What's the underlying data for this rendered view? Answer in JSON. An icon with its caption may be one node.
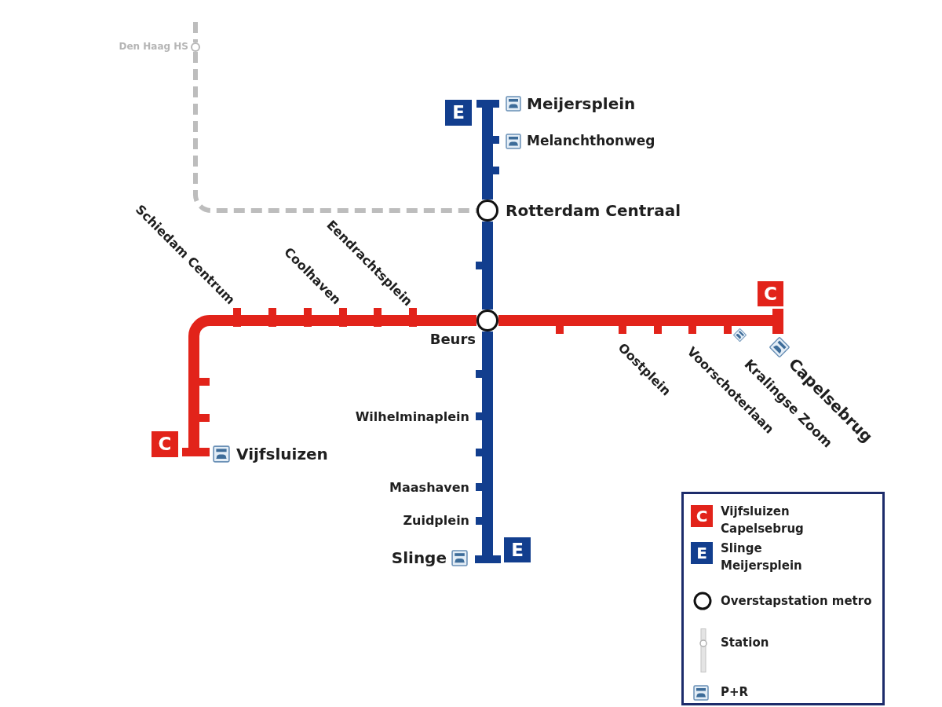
{
  "diagram": {
    "nodes": [
      {
        "text": [],
        "shape": "circle",
        "beside": [
          "Den Haag HS"
        ]
      },
      {
        "text": [
          "E"
        ]
      },
      {
        "text": [],
        "shape": "bar",
        "beside": [
          "Meijersplein"
        ]
      },
      {
        "text": [],
        "shape": "bar",
        "beside": [
          "Melanchthonweg"
        ]
      },
      {
        "text": [],
        "shape": "bar"
      },
      {
        "text": [],
        "shape": "circle",
        "beside": [
          "Rotterdam Centraal"
        ]
      },
      {
        "text": [],
        "shape": "bar"
      },
      {
        "text": [],
        "shape": "circle",
        "beside": [
          "Beurs"
        ]
      },
      {
        "text": [],
        "shape": "bar"
      },
      {
        "text": [],
        "shape": "bar",
        "beside": [
          "Wilhelminaplein"
        ]
      },
      {
        "text": [],
        "shape": "bar"
      },
      {
        "text": [],
        "shape": "bar",
        "beside": [
          "Maashaven"
        ]
      },
      {
        "text": [],
        "shape": "bar",
        "beside": [
          "Zuidplein"
        ]
      },
      {
        "text": [],
        "shape": "bar",
        "beside": [
          "Slinge"
        ]
      },
      {
        "text": [
          "E"
        ]
      },
      {
        "text": [
          "C"
        ]
      },
      {
        "text": [],
        "shape": "bar",
        "beside": [
          "Vijfsluizen"
        ]
      },
      {
        "text": [],
        "shape": "bar"
      },
      {
        "text": [],
        "shape": "bar"
      },
      {
        "text": [],
        "shape": "bar",
        "beside": [
          "Schiedam Centrum"
        ]
      },
      {
        "text": [],
        "shape": "bar"
      },
      {
        "text": [],
        "shape": "bar"
      },
      {
        "text": [],
        "shape": "bar",
        "beside": [
          "Coolhaven"
        ]
      },
      {
        "text": [],
        "shape": "bar"
      },
      {
        "text": [],
        "shape": "bar",
        "beside": [
          "Eendrachtsplein"
        ]
      },
      {
        "text": [],
        "shape": "bar"
      },
      {
        "text": [],
        "shape": "bar",
        "beside": [
          "Oostplein"
        ]
      },
      {
        "text": [],
        "shape": "bar"
      },
      {
        "text": [],
        "shape": "bar",
        "beside": [
          "Voorschoterlaan"
        ]
      },
      {
        "text": [],
        "shape": "bar",
        "beside": [
          "Kralingse Zoom"
        ]
      },
      {
        "text": [],
        "shape": "bar",
        "beside": [
          "Capelsebrug"
        ]
      },
      {
        "text": [
          "C"
        ]
      }
    ],
    "edges": [
      {
        "from": null,
        "to": 0,
        "arrow": "none",
        "style": "dashed",
        "color": "#bdbdbd"
      },
      {
        "from": 0,
        "to": 5,
        "arrow": "none",
        "style": "dashed",
        "color": "#bdbdbd"
      },
      {
        "from": 2,
        "to": 3,
        "arrow": "none",
        "color": "#123e8e"
      },
      {
        "from": 3,
        "to": 4,
        "arrow": "none",
        "color": "#123e8e"
      },
      {
        "from": 4,
        "to": 5,
        "arrow": "none",
        "color": "#123e8e"
      },
      {
        "from": 5,
        "to": 6,
        "arrow": "none",
        "color": "#123e8e"
      },
      {
        "from": 6,
        "to": 7,
        "arrow": "none",
        "color": "#123e8e"
      },
      {
        "from": 7,
        "to": 8,
        "arrow": "none",
        "color": "#123e8e"
      },
      {
        "from": 8,
        "to": 9,
        "arrow": "none",
        "color": "#123e8e"
      },
      {
        "from": 9,
        "to": 10,
        "arrow": "none",
        "color": "#123e8e"
      },
      {
        "from": 10,
        "to": 11,
        "arrow": "none",
        "color": "#123e8e"
      },
      {
        "from": 11,
        "to": 12,
        "arrow": "none",
        "color": "#123e8e"
      },
      {
        "from": 12,
        "to": 13,
        "arrow": "none",
        "color": "#123e8e"
      },
      {
        "from": 16,
        "to": 17,
        "arrow": "none"
      },
      {
        "from": 17,
        "to": 18,
        "arrow": "none"
      },
      {
        "from": 18,
        "to": 19,
        "arrow": "none"
      },
      {
        "from": 19,
        "to": 20,
        "arrow": "none"
      },
      {
        "from": 20,
        "to": 21,
        "arrow": "none"
      },
      {
        "from": 21,
        "to": 22,
        "arrow": "none"
      },
      {
        "from": 22,
        "to": 23,
        "arrow": "none"
      },
      {
        "from": 23,
        "to": 24,
        "arrow": "none"
      },
      {
        "from": 24,
        "to": 7,
        "arrow": "none"
      },
      {
        "from": 7,
        "to": 25,
        "arrow": "none"
      },
      {
        "from": 25,
        "to": 26,
        "arrow": "none"
      },
      {
        "from": 26,
        "to": 27,
        "arrow": "none"
      },
      {
        "from": 27,
        "to": 28,
        "arrow": "none"
      },
      {
        "from": 28,
        "to": 29,
        "arrow": "none"
      },
      {
        "from": 29,
        "to": 30,
        "arrow": "none"
      }
    ],
    "labels": [
      "C",
      "E"
    ],
    "legend": [
      {
        "text": "Vijfsluizen Capelsebrug",
        "color": "#e2231a"
      },
      {
        "text": "Slinge Meijersplein",
        "color": "#123e8e"
      },
      {
        "text": "Overstapstation metro"
      },
      {
        "text": "Station"
      },
      {
        "text": "P+R"
      }
    ]
  }
}
